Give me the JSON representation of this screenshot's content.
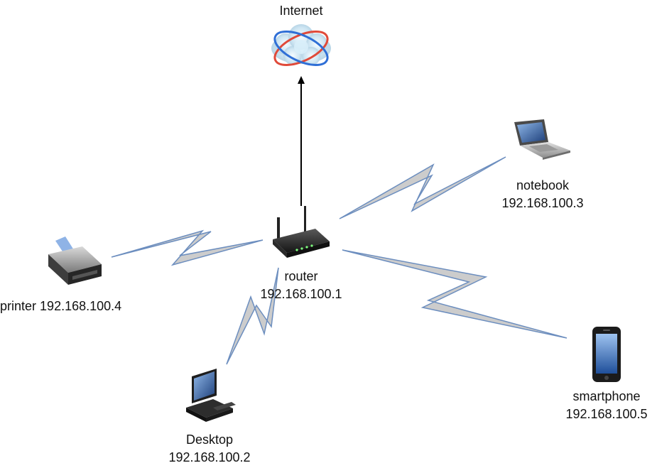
{
  "colors": {
    "link_fill": "#c8c8c8",
    "link_stroke": "#6c8ebf",
    "arrow": "#000000",
    "text": "#111111",
    "background": "#ffffff"
  },
  "nodes": {
    "internet": {
      "label": "Internet",
      "icon": "cloud-icon"
    },
    "router": {
      "label": "router",
      "ip": "192.168.100.1",
      "icon": "wireless-router-icon"
    },
    "notebook": {
      "label": "notebook",
      "ip": "192.168.100.3",
      "icon": "laptop-icon"
    },
    "printer": {
      "label": "printer",
      "ip": "192.168.100.4",
      "icon": "printer-icon"
    },
    "desktop": {
      "label": "Desktop",
      "ip": "192.168.100.2",
      "icon": "desktop-computer-icon"
    },
    "smartphone": {
      "label": "smartphone",
      "ip": "192.168.100.5",
      "icon": "smartphone-icon"
    }
  },
  "links": [
    {
      "from": "router",
      "to": "internet",
      "style": "arrow"
    },
    {
      "from": "router",
      "to": "notebook",
      "style": "wireless"
    },
    {
      "from": "router",
      "to": "printer",
      "style": "wireless"
    },
    {
      "from": "router",
      "to": "desktop",
      "style": "wireless"
    },
    {
      "from": "router",
      "to": "smartphone",
      "style": "wireless"
    }
  ]
}
